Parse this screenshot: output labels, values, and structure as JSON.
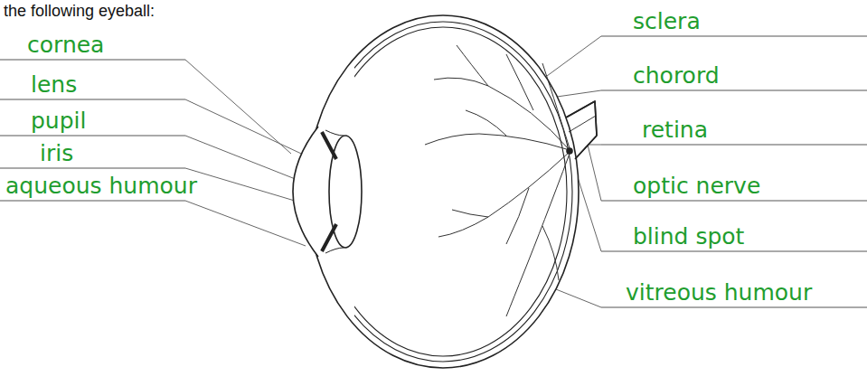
{
  "diagram": {
    "labels": [
      "the following eyeball:",
      "cornea",
      "lens",
      "pupil",
      "iris",
      "aqueous humour",
      "sclera",
      "chorord",
      "retina",
      "optic nerve",
      "blind spot",
      "vitreous humour"
    ]
  }
}
